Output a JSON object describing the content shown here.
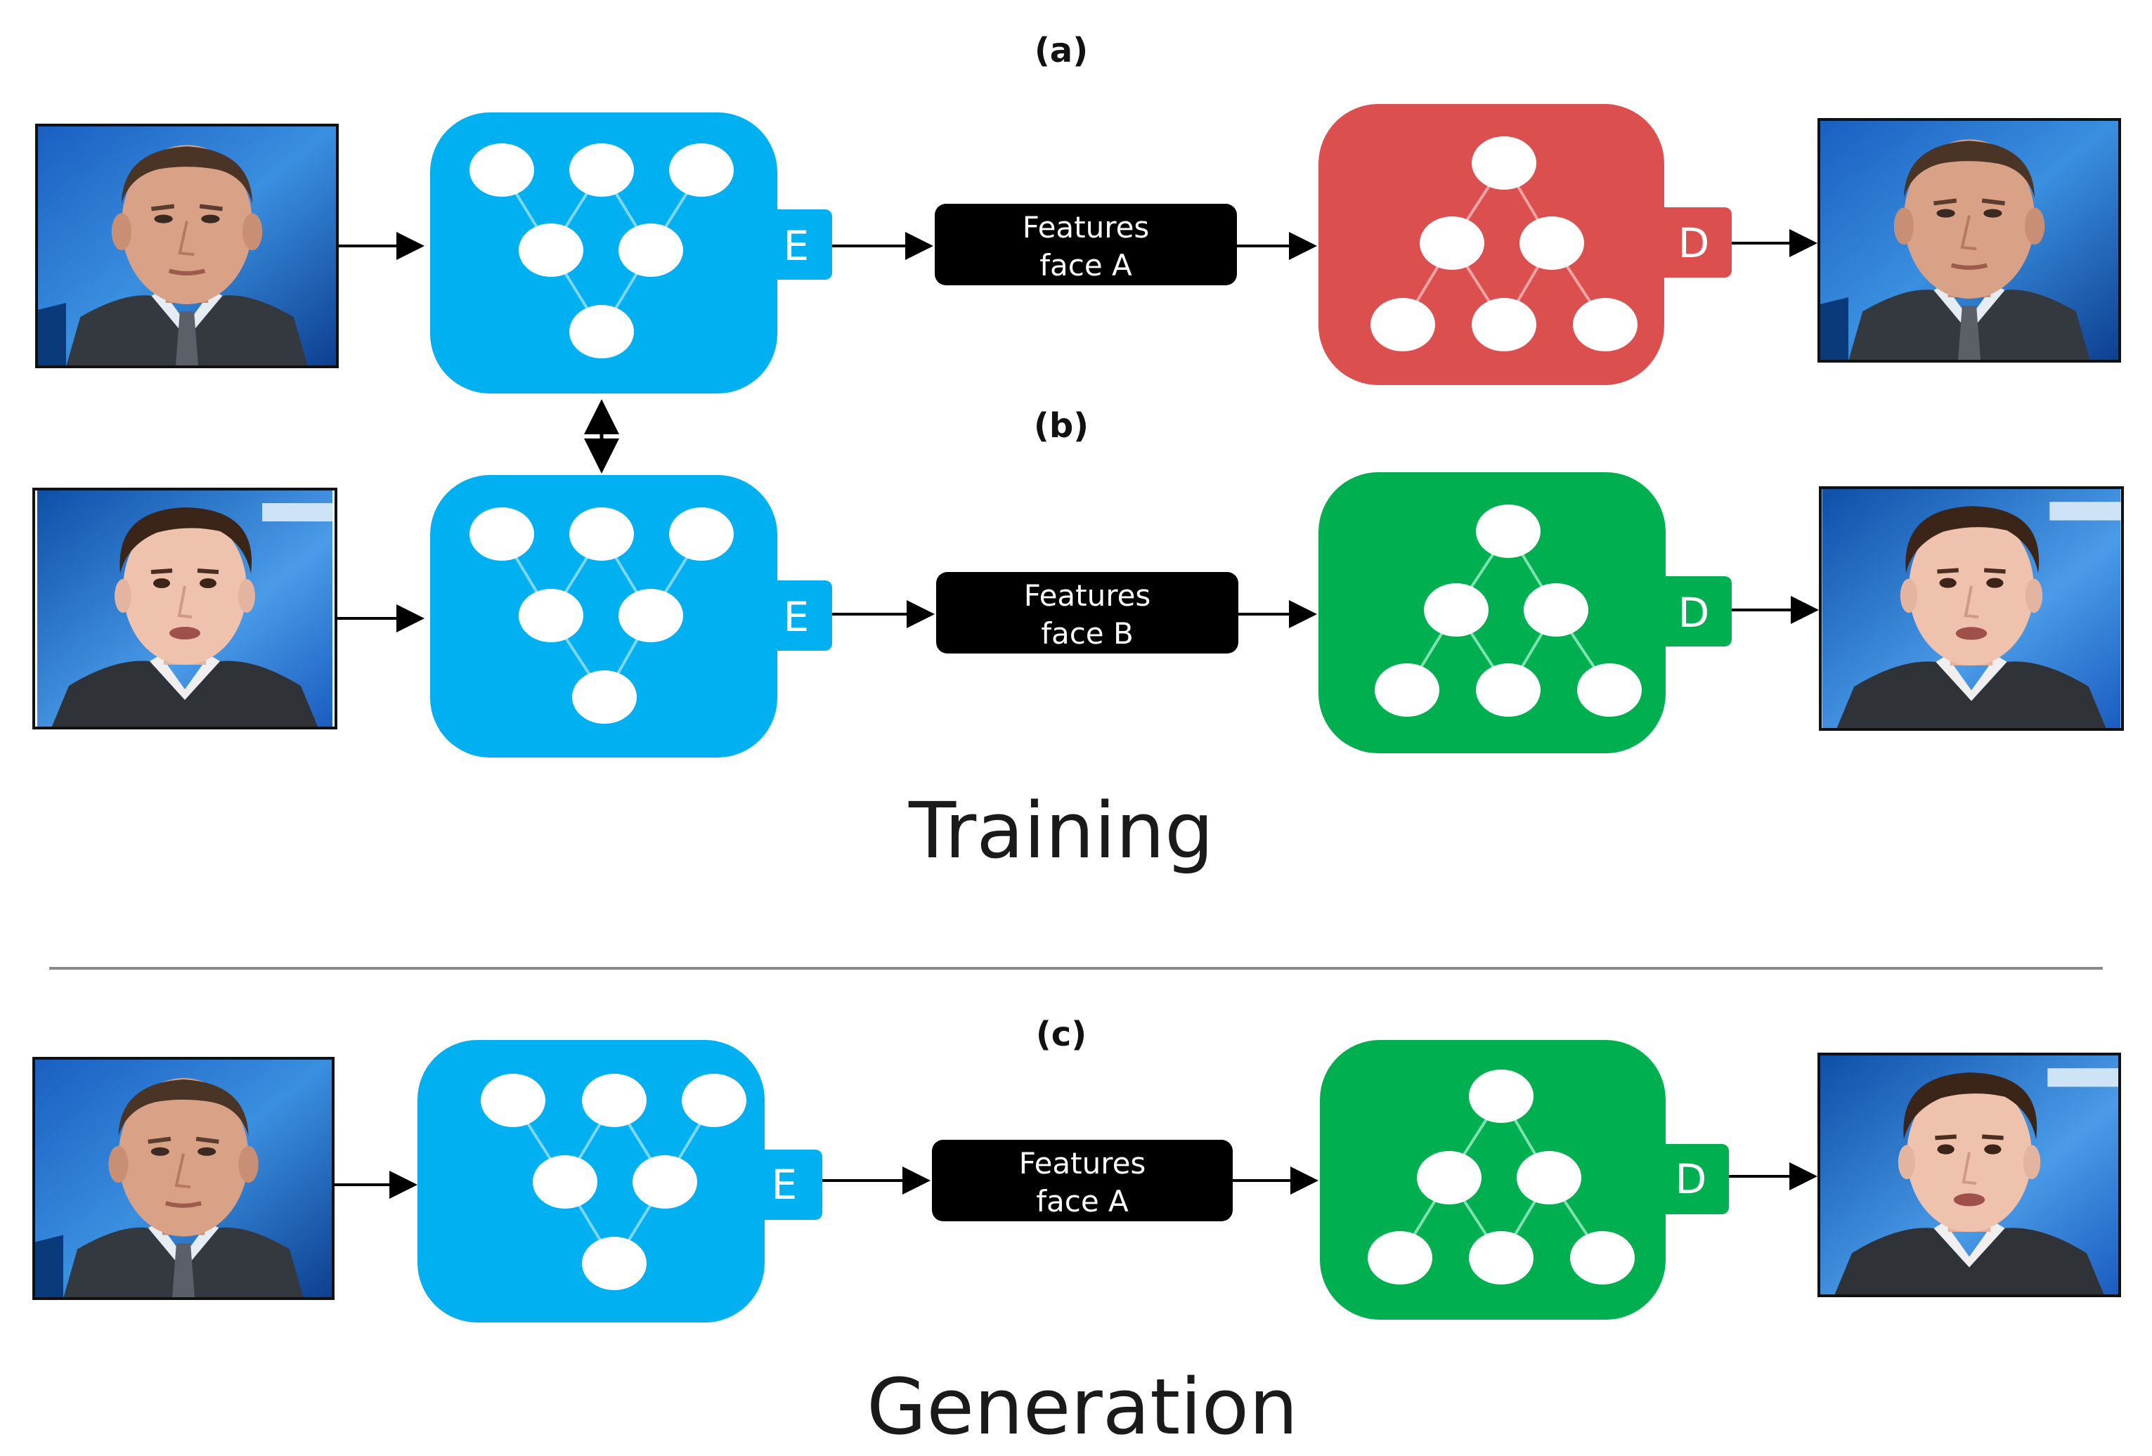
{
  "colors": {
    "encoder": "#00b0f0",
    "decoder_a": "#dc4f4f",
    "decoder_b": "#00b050",
    "feature_box": "#000000",
    "node": "#ffffff",
    "edge": "#7fd7ff",
    "arrow": "#000000",
    "divider": "#8a8a8a"
  },
  "rows": [
    {
      "label": "(a)",
      "input_face": "face-a-photo",
      "encoder_tab": "E",
      "features_line1": "Features",
      "features_line2": "face A",
      "decoder_tab": "D",
      "decoder": "decoder_a",
      "output_face": "face-a-photo"
    },
    {
      "label": "(b)",
      "input_face": "face-b-photo",
      "encoder_tab": "E",
      "features_line1": "Features",
      "features_line2": "face B",
      "decoder_tab": "D",
      "decoder": "decoder_b",
      "output_face": "face-b-photo"
    },
    {
      "label": "(c)",
      "input_face": "face-a-photo",
      "encoder_tab": "E",
      "features_line1": "Features",
      "features_line2": "face A",
      "decoder_tab": "D",
      "decoder": "decoder_b",
      "output_face": "face-b-photo"
    }
  ],
  "section_training": "Training",
  "section_generation": "Generation",
  "shared_weights_icon": "double-arrow-icon"
}
